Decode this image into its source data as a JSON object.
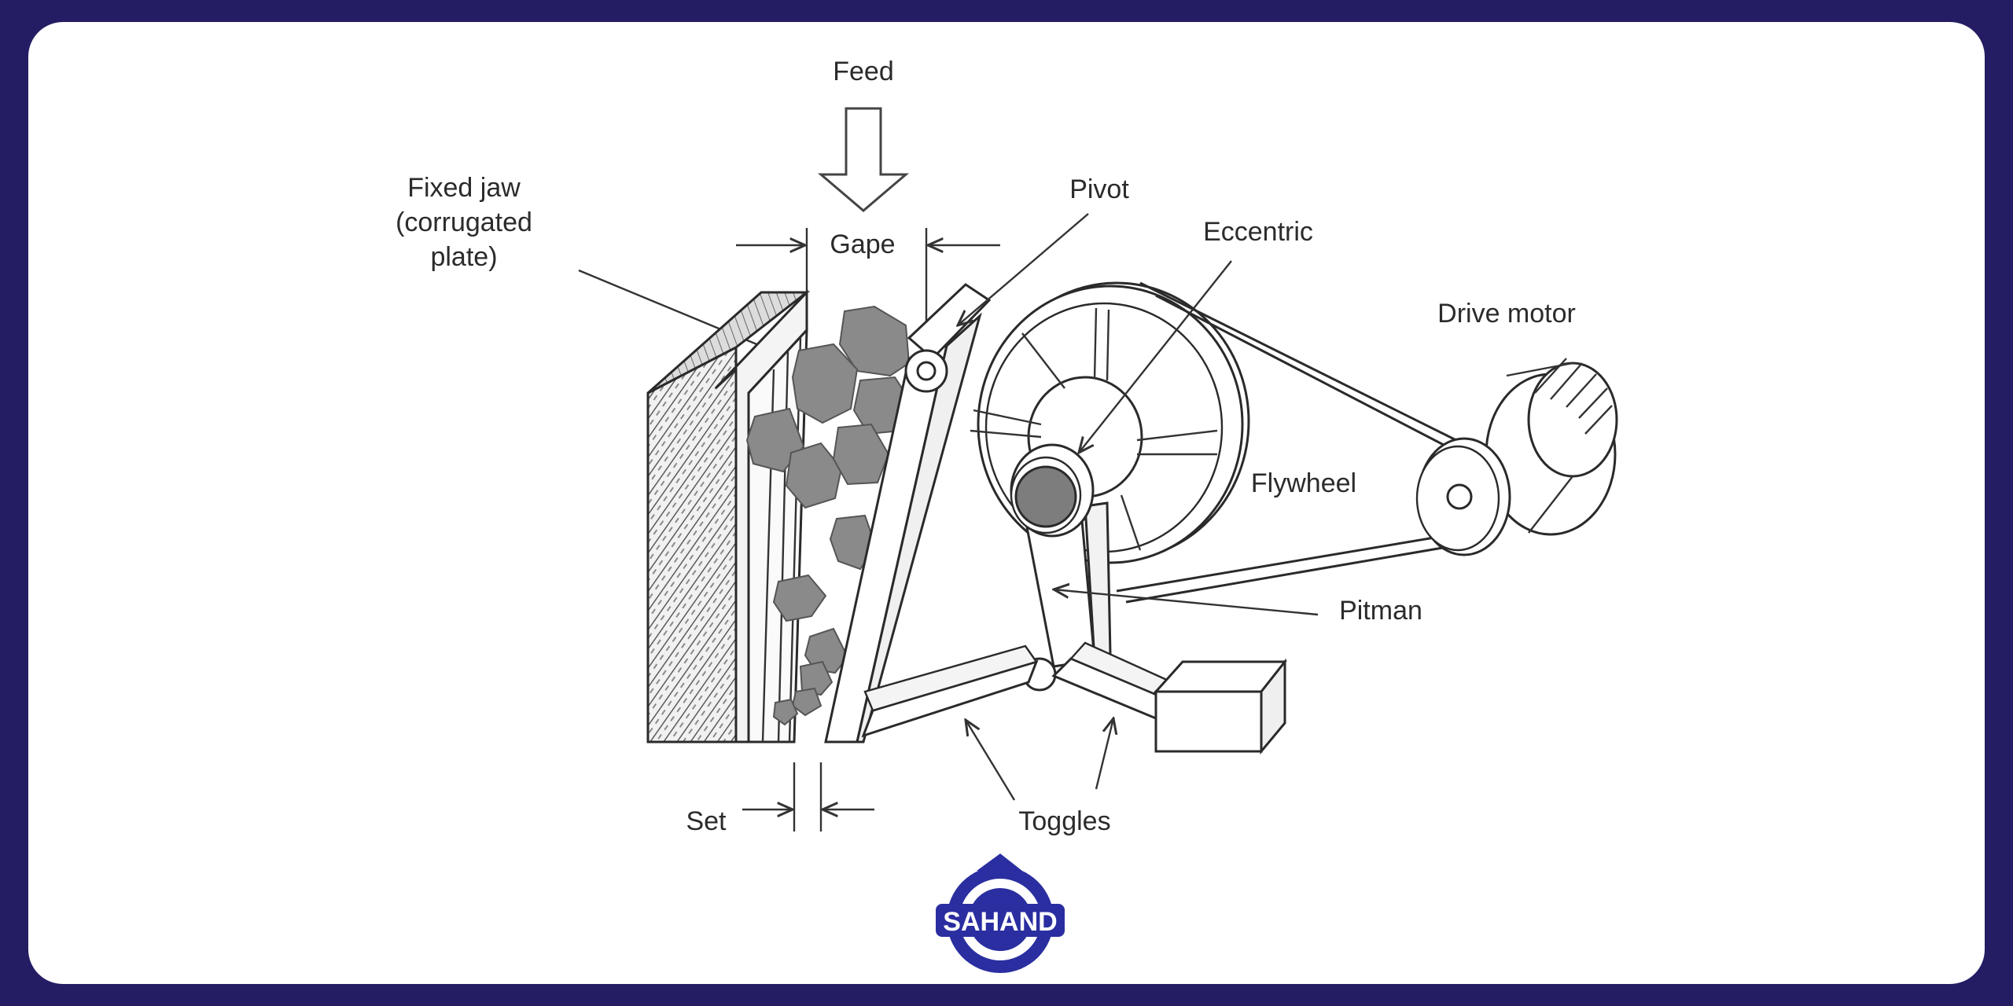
{
  "labels": {
    "feed": "Feed",
    "gape": "Gape",
    "fixed_jaw_1": "Fixed jaw",
    "fixed_jaw_2": "(corrugated",
    "fixed_jaw_3": "plate)",
    "pivot": "Pivot",
    "eccentric": "Eccentric",
    "drive_motor": "Drive motor",
    "flywheel": "Flywheel",
    "pitman": "Pitman",
    "toggles": "Toggles",
    "set": "Set"
  },
  "logo": {
    "text": "SAHAND"
  },
  "colors": {
    "frame": "#241d63",
    "logo_blue": "#2a2ea0",
    "rock": "#8a8a8a"
  }
}
